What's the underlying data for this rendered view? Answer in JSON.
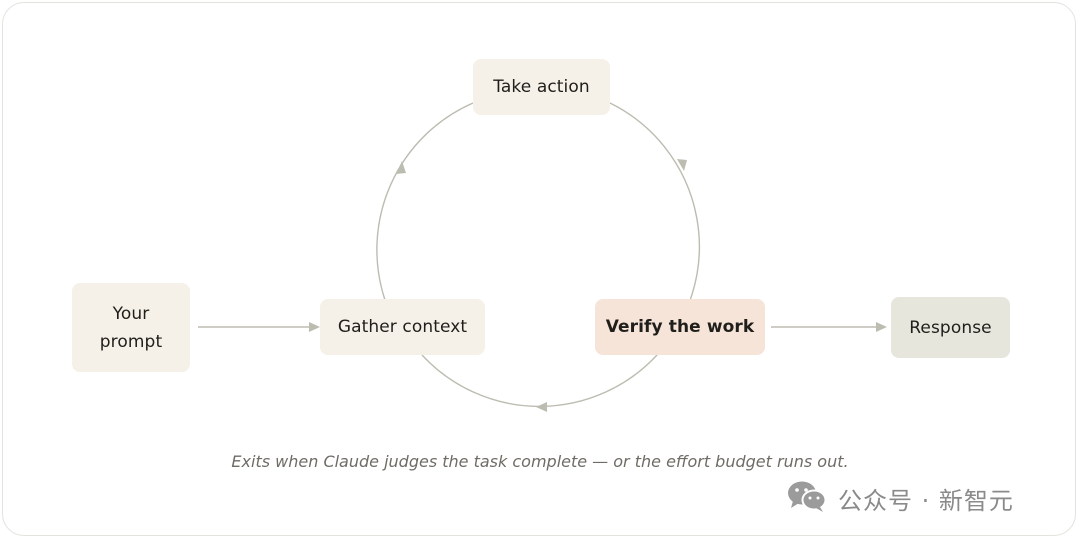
{
  "nodes": {
    "prompt": "Your\nprompt",
    "gather": "Gather context",
    "action": "Take action",
    "verify": "Verify the work",
    "response": "Response"
  },
  "caption": "Exits when Claude judges the task complete — or the effort budget runs out.",
  "watermark": {
    "text": "公众号 · 新智元",
    "icon": "wechat-icon"
  },
  "colors": {
    "node_cream": "#f5f1e8",
    "node_peach": "#f6e4d9",
    "node_sage": "#e7e6dc",
    "connector": "#b9b8ac",
    "caption": "#6f6c66"
  }
}
